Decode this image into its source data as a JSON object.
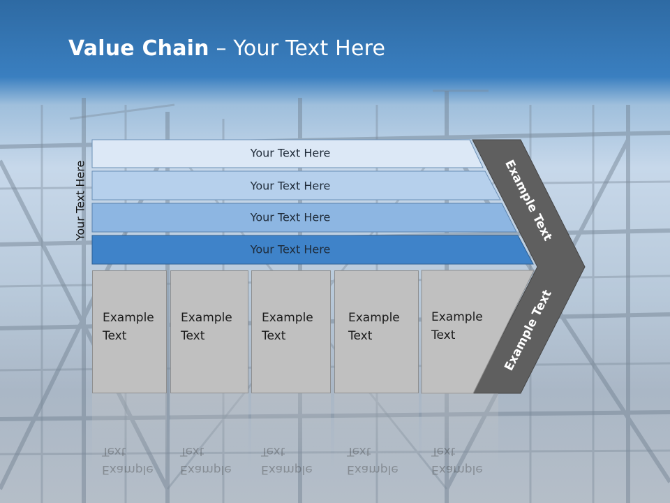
{
  "slide": {
    "title_bold": "Value Chain",
    "title_rest": " – Your Text Here",
    "vertical_label": "Your Text Here"
  },
  "bars": [
    {
      "label": "Your Text Here",
      "color": "#dce8f6"
    },
    {
      "label": "Your Text Here",
      "color": "#b6d0ec"
    },
    {
      "label": "Your Text Here",
      "color": "#8db6e2"
    },
    {
      "label": "Your Text Here",
      "color": "#3f83c9"
    }
  ],
  "boxes": [
    {
      "line1": "Example",
      "line2": "Text"
    },
    {
      "line1": "Example",
      "line2": "Text"
    },
    {
      "line1": "Example",
      "line2": "Text"
    },
    {
      "line1": "Example",
      "line2": "Text"
    },
    {
      "line1": "Example",
      "line2": "Text"
    }
  ],
  "arrow": {
    "upper_text": "Example Text",
    "lower_text": "Example Text",
    "color": "#5f5f5f"
  }
}
